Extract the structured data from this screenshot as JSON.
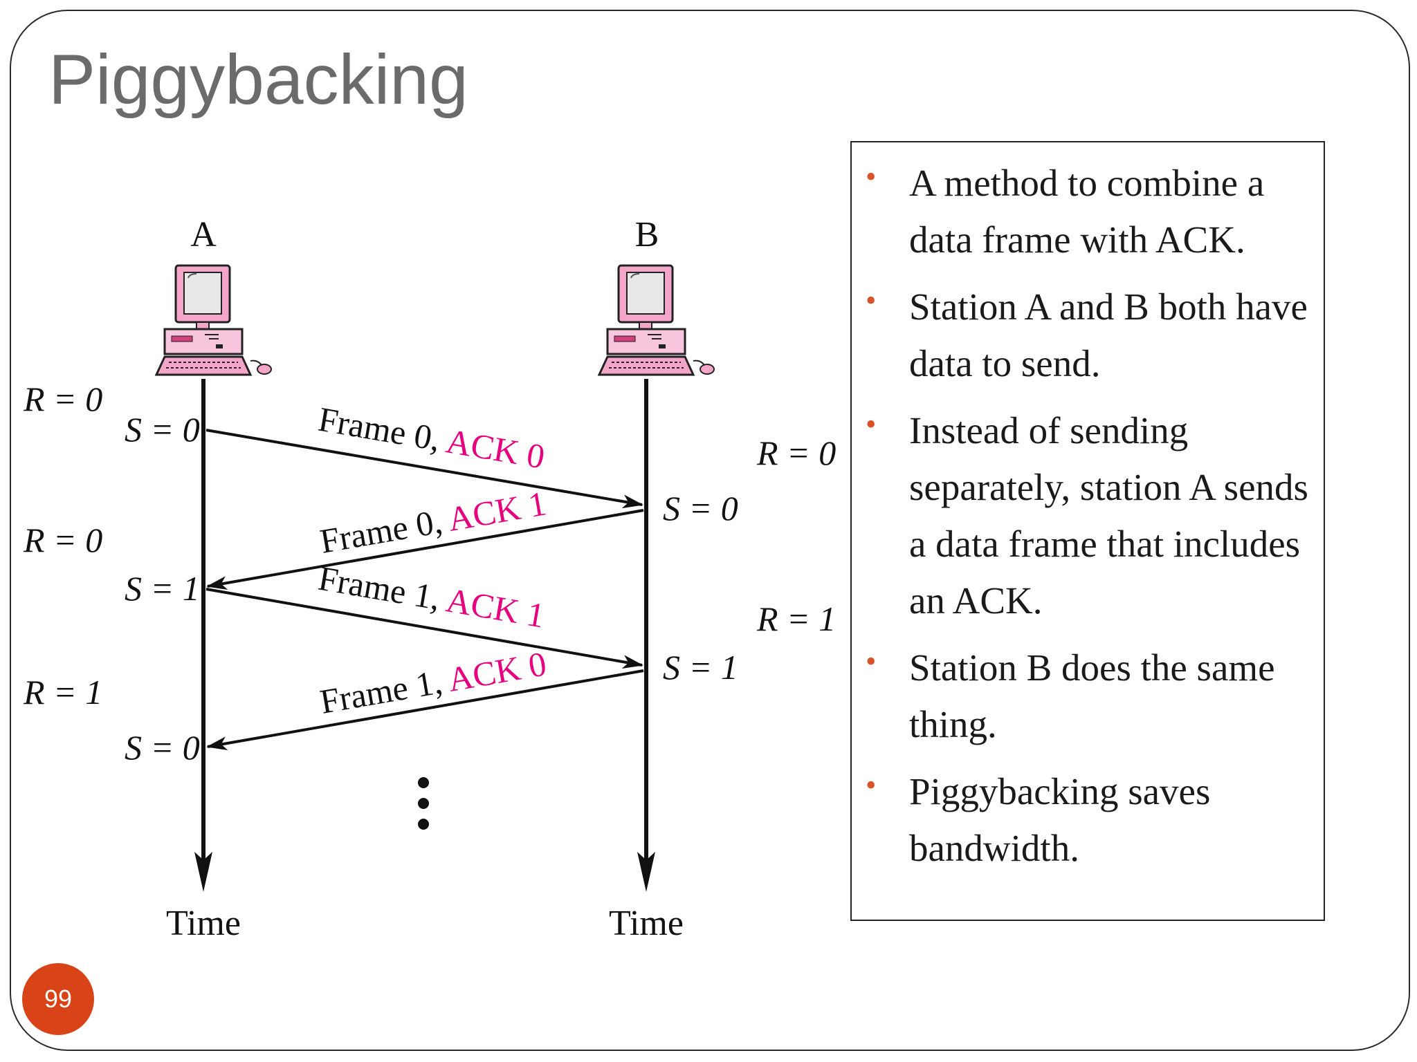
{
  "slide": {
    "title": "Piggybacking",
    "page_number": "99"
  },
  "diagram": {
    "station_a_label": "A",
    "station_b_label": "B",
    "time_label_a": "Time",
    "time_label_b": "Time",
    "a_side": {
      "r_labels": [
        "R = 0",
        "R = 0",
        "R = 1"
      ],
      "s_labels": [
        "S = 0",
        "S = 1",
        "S = 0"
      ]
    },
    "b_side": {
      "r_labels": [
        "R = 0",
        "R = 1"
      ],
      "s_labels": [
        "S = 0",
        "S = 1"
      ]
    },
    "frames": [
      {
        "frame_text": "Frame 0, ",
        "ack_text": "ACK 0",
        "direction": "A-to-B"
      },
      {
        "frame_text": "Frame 0, ",
        "ack_text": "ACK 1",
        "direction": "B-to-A"
      },
      {
        "frame_text": "Frame 1, ",
        "ack_text": "ACK 1",
        "direction": "A-to-B"
      },
      {
        "frame_text": "Frame 1, ",
        "ack_text": "ACK 0",
        "direction": "B-to-A"
      }
    ],
    "colors": {
      "ack": "#e6007e",
      "line": "#111111",
      "computer": "#f3a6c8"
    }
  },
  "bullets": [
    "A method to combine a data frame with ACK.",
    "Station A and B both have data to send.",
    "Instead of sending separately, station A sends a data frame that includes an ACK.",
    "Station B does the same thing.",
    "Piggybacking saves bandwidth."
  ],
  "colors": {
    "title": "#6b6b6b",
    "bullet_marker": "#d9532a",
    "page_badge": "#d84317"
  }
}
